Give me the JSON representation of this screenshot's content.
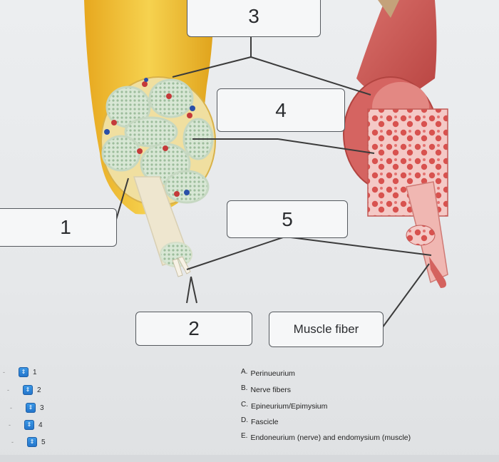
{
  "labels": {
    "box1": "1",
    "box2": "2",
    "box3": "3",
    "box4": "4",
    "box5": "5",
    "muscle_fiber": "Muscle fiber"
  },
  "answer_selects": [
    {
      "number": "1"
    },
    {
      "number": "2"
    },
    {
      "number": "3"
    },
    {
      "number": "4"
    },
    {
      "number": "5"
    }
  ],
  "options": [
    {
      "letter": "A.",
      "text": "Perinueurium"
    },
    {
      "letter": "B.",
      "text": "Nerve fibers"
    },
    {
      "letter": "C.",
      "text": "Epineurium/Epimysium"
    },
    {
      "letter": "D.",
      "text": "Fascicle"
    },
    {
      "letter": "E.",
      "text": "Endoneurium (nerve) and endomysium (muscle)"
    }
  ],
  "colors": {
    "nerve_outer": "#f2c43d",
    "nerve_fascicle": "#cfe0d3",
    "muscle_red": "#c84a4a",
    "muscle_light": "#e58d8d",
    "select_blue": "#2f86d9"
  }
}
